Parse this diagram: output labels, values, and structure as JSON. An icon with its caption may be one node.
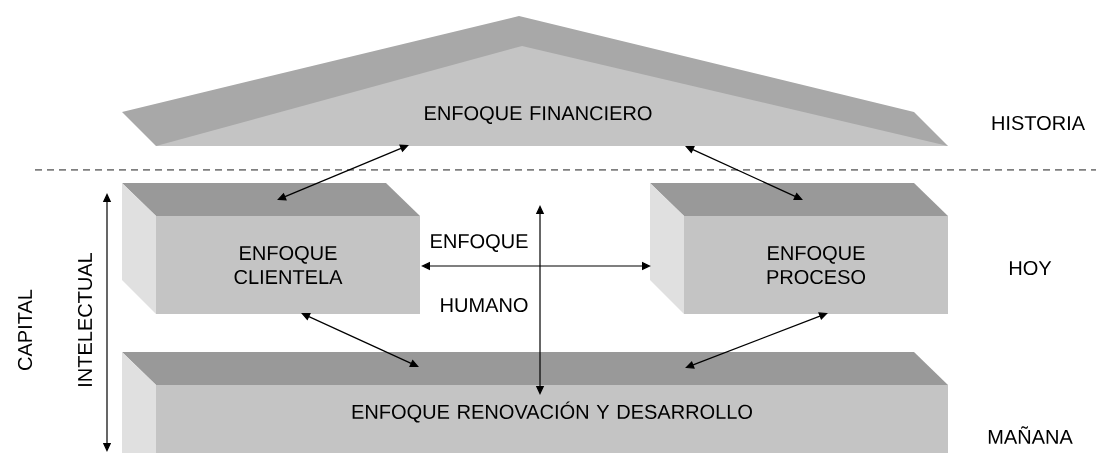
{
  "diagram": {
    "nodes": [
      {
        "text": [
          "ENFOQUE FINANCIERO"
        ]
      },
      {
        "text": [
          "ENFOQUE CLIENTELA"
        ]
      },
      {
        "text": [
          "ENFOQUE PROCESO"
        ]
      },
      {
        "text": [
          "ENFOQUE RENOVACIÓN Y DESARROLLO"
        ]
      },
      {
        "text": [
          "ENFOQUE",
          "HUMANO"
        ]
      }
    ],
    "edges": [
      {
        "from": 0,
        "to": 1,
        "arrow": "both"
      },
      {
        "from": 0,
        "to": 2,
        "arrow": "both"
      },
      {
        "from": 1,
        "to": 2,
        "arrow": "both"
      },
      {
        "from": 4,
        "to": 3,
        "arrow": "both"
      },
      {
        "from": 1,
        "to": 3,
        "arrow": "both"
      },
      {
        "from": 2,
        "to": 3,
        "arrow": "both"
      }
    ],
    "labels": [
      "HISTORIA",
      "HOY",
      "MAÑANA",
      "CAPITAL",
      "INTELECTUAL"
    ]
  }
}
